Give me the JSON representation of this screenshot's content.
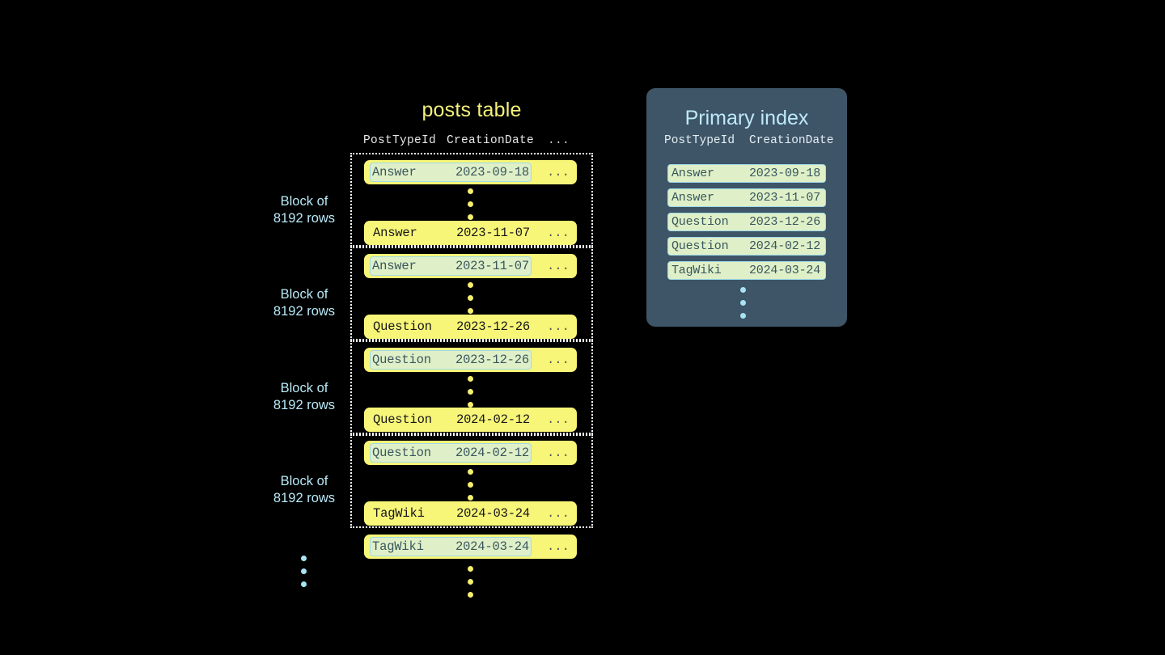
{
  "posts_table": {
    "title": "posts table",
    "columns": [
      "PostTypeId",
      "CreationDate",
      "..."
    ],
    "ellipsis_cell": "...",
    "block_label_line1": "Block of",
    "block_label_line2": "8192 rows",
    "blocks": [
      {
        "label_line1": "Block of",
        "label_line2": "8192 rows",
        "first_row": {
          "type": "Answer",
          "date": "2023-09-18",
          "highlighted": true
        },
        "last_row": {
          "type": "Answer",
          "date": "2023-11-07",
          "highlighted": false
        }
      },
      {
        "label_line1": "Block of",
        "label_line2": "8192 rows",
        "first_row": {
          "type": "Answer",
          "date": "2023-11-07",
          "highlighted": true
        },
        "last_row": {
          "type": "Question",
          "date": "2023-12-26",
          "highlighted": false
        }
      },
      {
        "label_line1": "Block of",
        "label_line2": "8192 rows",
        "first_row": {
          "type": "Question",
          "date": "2023-12-26",
          "highlighted": true
        },
        "last_row": {
          "type": "Question",
          "date": "2024-02-12",
          "highlighted": false
        }
      },
      {
        "label_line1": "Block of",
        "label_line2": "8192 rows",
        "first_row": {
          "type": "Question",
          "date": "2024-02-12",
          "highlighted": true
        },
        "last_row": {
          "type": "TagWiki",
          "date": "2024-03-24",
          "highlighted": false
        }
      }
    ],
    "trailing_row": {
      "type": "TagWiki",
      "date": "2024-03-24",
      "highlighted": true
    }
  },
  "primary_index": {
    "title": "Primary index",
    "columns": [
      "PostTypeId",
      "CreationDate"
    ],
    "rows": [
      {
        "type": "Answer",
        "date": "2023-09-18"
      },
      {
        "type": "Answer",
        "date": "2023-11-07"
      },
      {
        "type": "Question",
        "date": "2023-12-26"
      },
      {
        "type": "Question",
        "date": "2024-02-12"
      },
      {
        "type": "TagWiki",
        "date": "2024-03-24"
      }
    ]
  },
  "colors": {
    "background": "#000000",
    "row_yellow": "#f8f678",
    "highlight_green": "#dff0c8",
    "highlight_border": "#9fd9e8",
    "panel_slate": "#3d5567",
    "accent_cyan": "#b7e9f7",
    "accent_yellow": "#f4f07a",
    "dot_yellow": "#f4ef6e",
    "dot_cyan": "#a8e4f2"
  }
}
